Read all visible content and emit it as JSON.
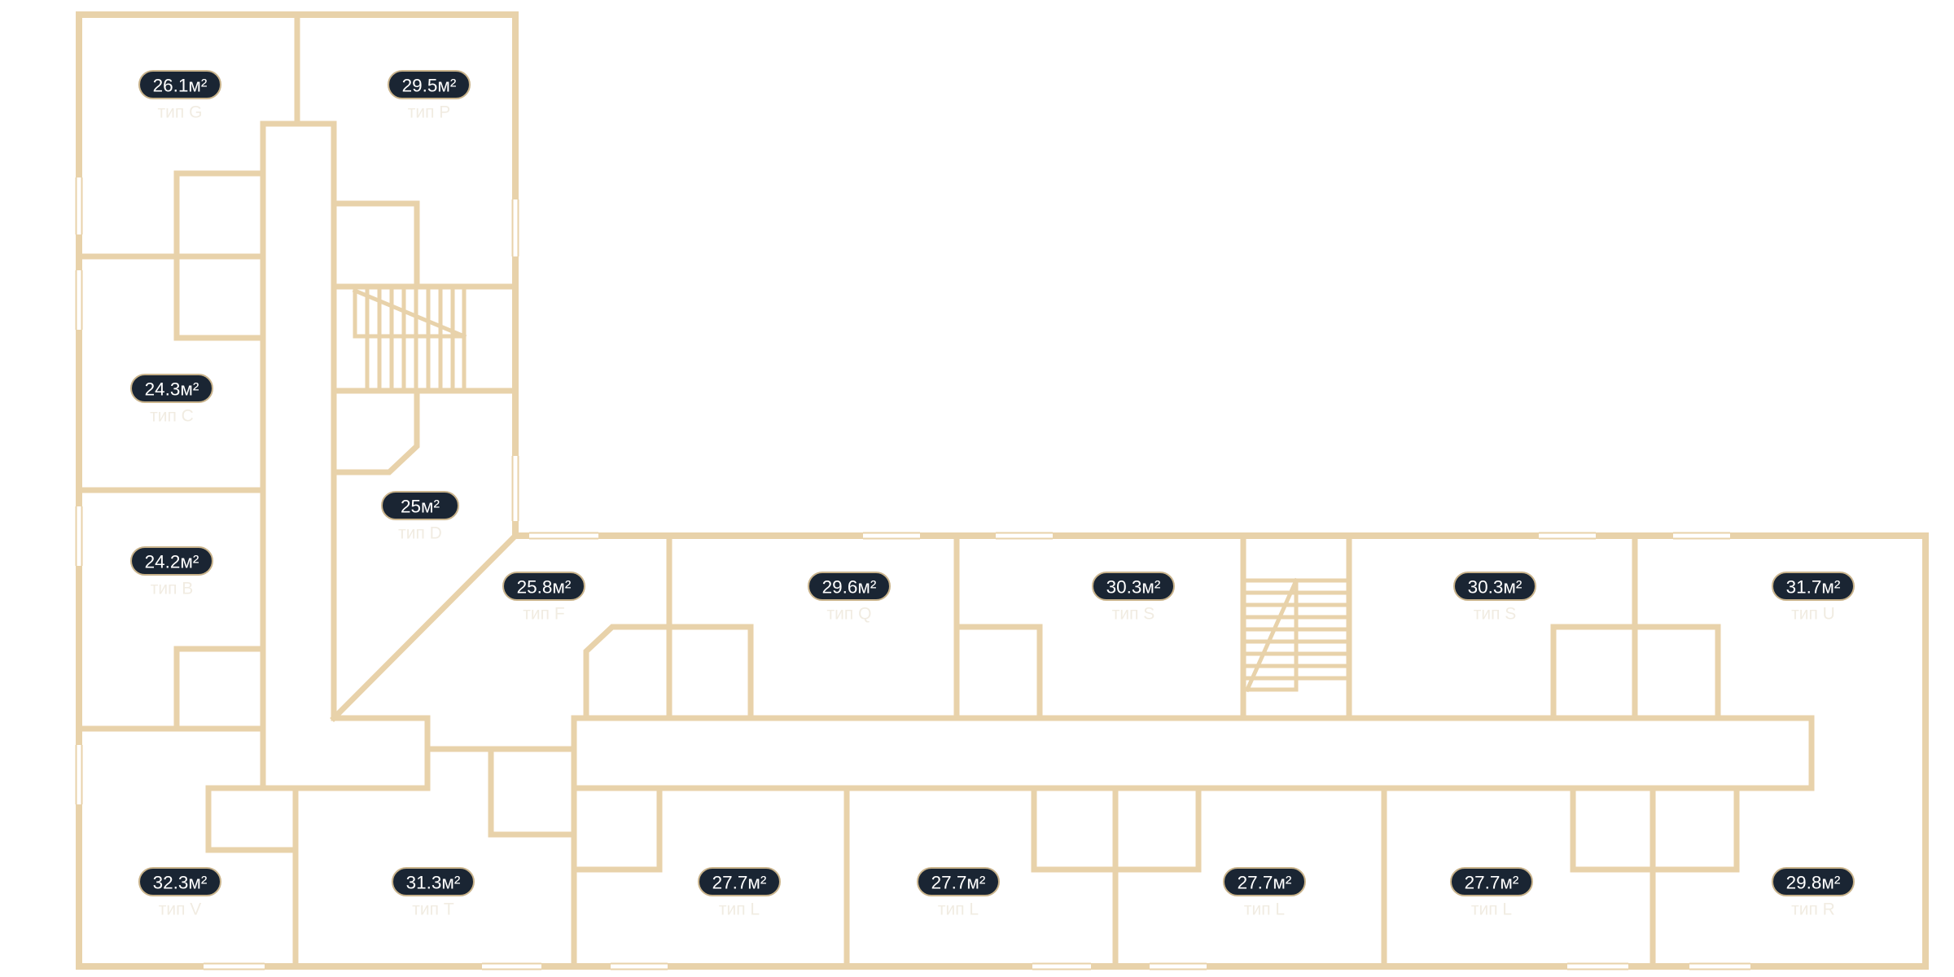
{
  "colors": {
    "wall": "#e8d2aa",
    "window": "#ffffff",
    "badge_bg": "#1a2533",
    "badge_border": "#c9b38b",
    "badge_text": "#ffffff",
    "type_text": "#f1ece2",
    "background": "#ffffff"
  },
  "units": [
    {
      "id": "g1",
      "area": "26.1м²",
      "type": "тип G"
    },
    {
      "id": "p1",
      "area": "29.5м²",
      "type": "тип P"
    },
    {
      "id": "c1",
      "area": "24.3м²",
      "type": "тип C"
    },
    {
      "id": "d1",
      "area": "25м²",
      "type": "тип D"
    },
    {
      "id": "b1",
      "area": "24.2м²",
      "type": "тип B"
    },
    {
      "id": "v1",
      "area": "32.3м²",
      "type": "тип V"
    },
    {
      "id": "t1",
      "area": "31.3м²",
      "type": "тип T"
    },
    {
      "id": "f1",
      "area": "25.8м²",
      "type": "тип F"
    },
    {
      "id": "q1",
      "area": "29.6м²",
      "type": "тип Q"
    },
    {
      "id": "s1",
      "area": "30.3м²",
      "type": "тип S"
    },
    {
      "id": "s2",
      "area": "30.3м²",
      "type": "тип S"
    },
    {
      "id": "u1",
      "area": "31.7м²",
      "type": "тип U"
    },
    {
      "id": "l1",
      "area": "27.7м²",
      "type": "тип L"
    },
    {
      "id": "l2",
      "area": "27.7м²",
      "type": "тип L"
    },
    {
      "id": "l3",
      "area": "27.7м²",
      "type": "тип L"
    },
    {
      "id": "l4",
      "area": "27.7м²",
      "type": "тип L"
    },
    {
      "id": "r1",
      "area": "29.8м²",
      "type": "тип R"
    }
  ]
}
